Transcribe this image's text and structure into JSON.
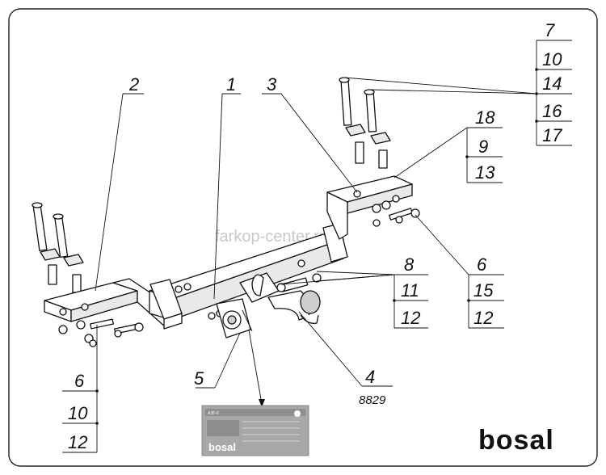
{
  "watermark": "farkop-center.ru",
  "brand_logo": "bosal",
  "drawing_number": "8829",
  "callouts": {
    "c1": "1",
    "c2": "2",
    "c3": "3",
    "c4": "4",
    "c5": "5",
    "left_bottom": [
      "6",
      "10",
      "12"
    ],
    "top_right": [
      "7",
      "10",
      "14",
      "16",
      "17"
    ],
    "right_upper": [
      "18",
      "9",
      "13"
    ],
    "right_middle": [
      "6",
      "15",
      "12"
    ],
    "center_right": [
      "8",
      "11",
      "12"
    ]
  },
  "plate": {
    "model_code": "A36-X",
    "brand": "bosal"
  }
}
